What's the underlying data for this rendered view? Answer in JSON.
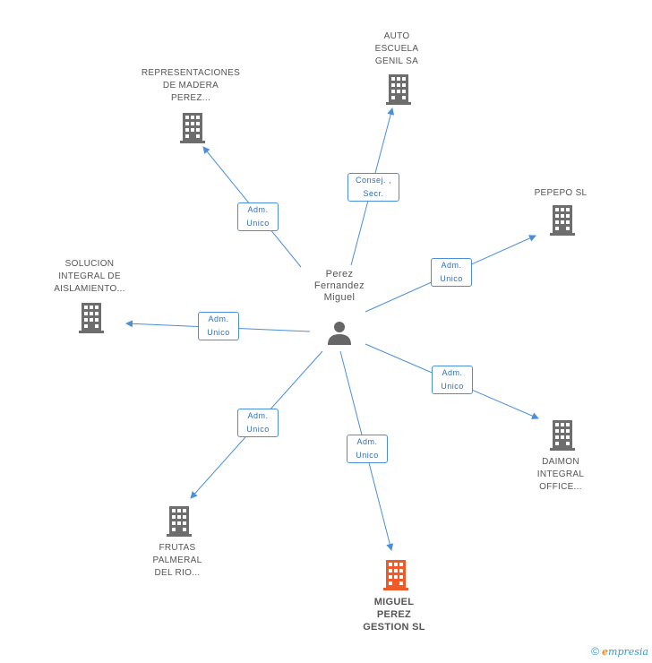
{
  "center": {
    "label": "Perez\nFernandez\nMiguel",
    "icon": "person-icon"
  },
  "companies": [
    {
      "id": "auto-escuela",
      "label": "AUTO\nESCUELA\nGENIL SA",
      "icon": "building-icon",
      "highlight": false
    },
    {
      "id": "representaciones",
      "label": "REPRESENTACIONES\nDE MADERA\nPEREZ...",
      "icon": "building-icon",
      "highlight": false
    },
    {
      "id": "pepepo",
      "label": "PEPEPO SL",
      "icon": "building-icon",
      "highlight": false
    },
    {
      "id": "solucion",
      "label": "SOLUCION\nINTEGRAL DE\nAISLAMIENTO...",
      "icon": "building-icon",
      "highlight": false
    },
    {
      "id": "daimon",
      "label": "DAIMON\nINTEGRAL\nOFFICE...",
      "icon": "building-icon",
      "highlight": false
    },
    {
      "id": "frutas",
      "label": "FRUTAS\nPALMERAL\nDEL RIO...",
      "icon": "building-icon",
      "highlight": false
    },
    {
      "id": "miguel-perez",
      "label": "MIGUEL\nPEREZ\nGESTION SL",
      "icon": "building-icon",
      "highlight": true
    }
  ],
  "edges": [
    {
      "target": "auto-escuela",
      "label": "Consej. ,\nSecr."
    },
    {
      "target": "representaciones",
      "label": "Adm.\nUnico"
    },
    {
      "target": "pepepo",
      "label": "Adm.\nUnico"
    },
    {
      "target": "solucion",
      "label": "Adm.\nUnico"
    },
    {
      "target": "daimon",
      "label": "Adm.\nUnico"
    },
    {
      "target": "frutas",
      "label": "Adm.\nUnico"
    },
    {
      "target": "miguel-perez",
      "label": "Adm.\nUnico"
    }
  ],
  "colors": {
    "edge": "#4a8fd8",
    "building": "#6d6d6d",
    "highlight": "#f05a28",
    "person": "#666666"
  },
  "brand": {
    "copyright": "©",
    "name_initial": "e",
    "name_rest": "mpresia"
  }
}
